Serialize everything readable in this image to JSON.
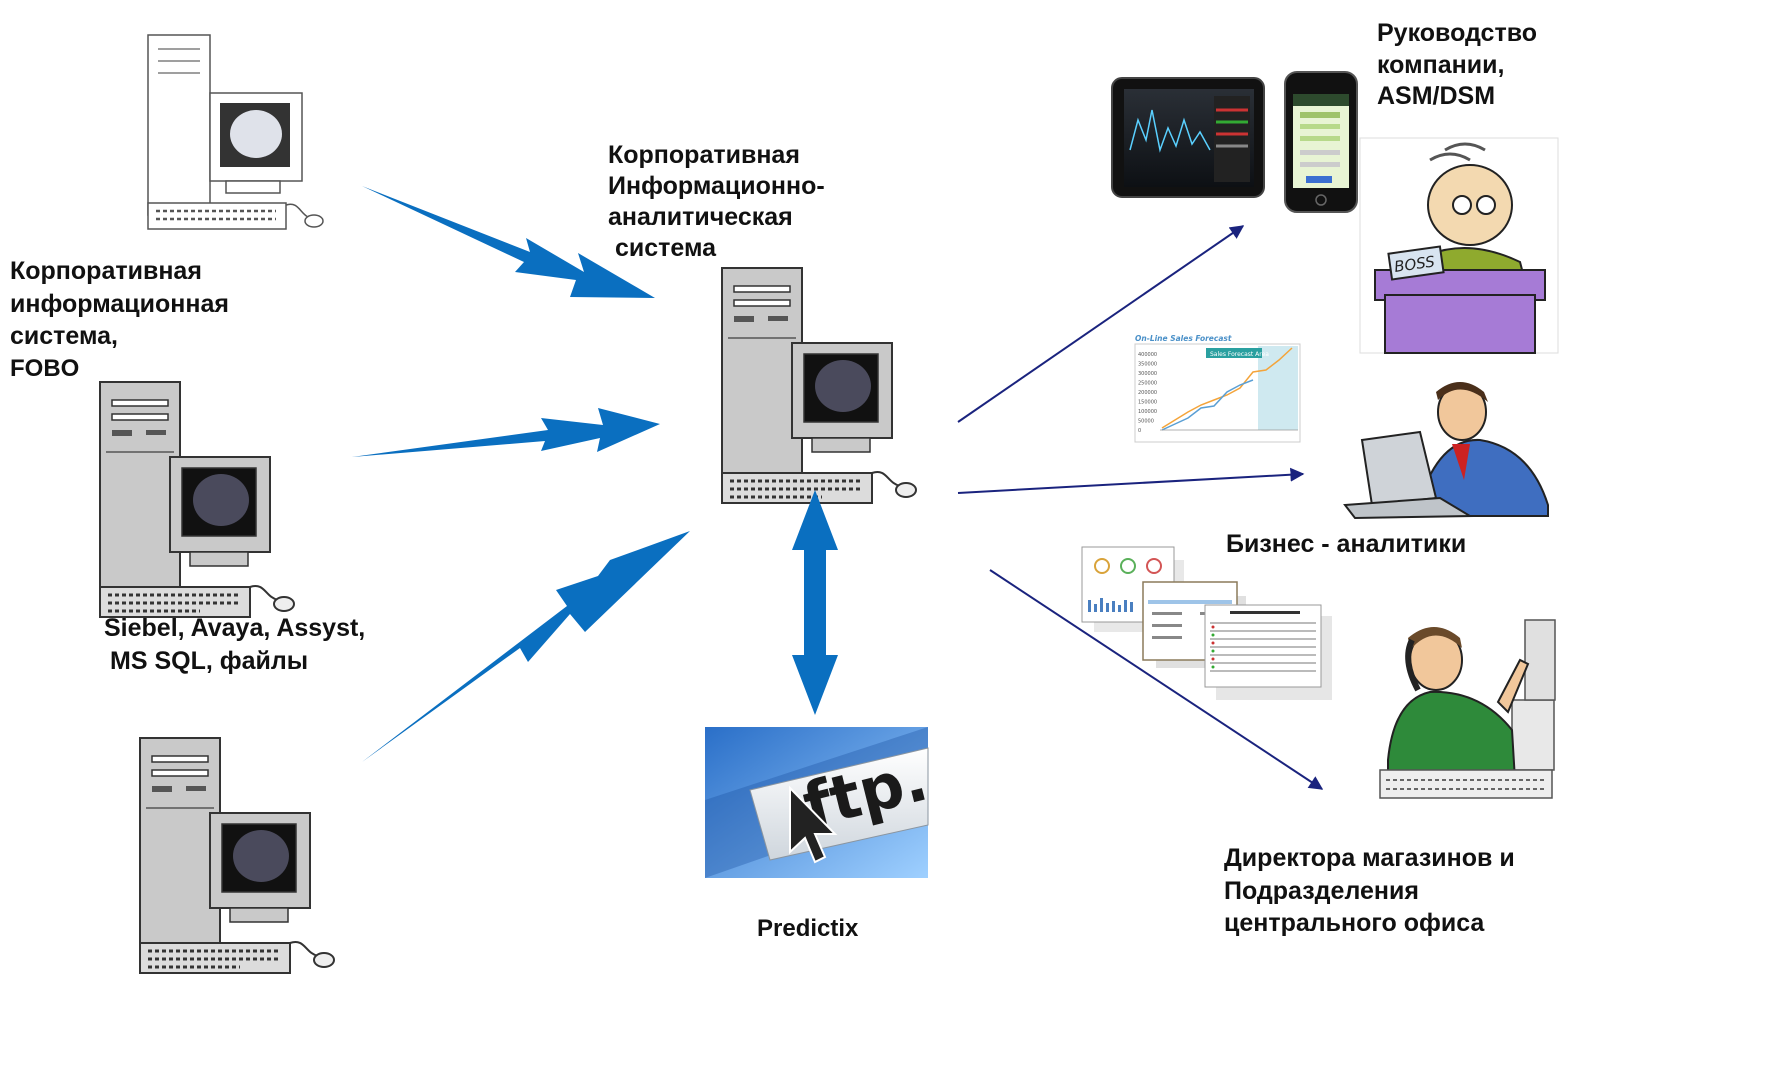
{
  "labels": {
    "source_system": [
      "Корпоративная",
      "информационная",
      "система,",
      "FOBO"
    ],
    "source_list": [
      "Siebel, Avaya, Assyst,",
      "MS SQL, файлы"
    ],
    "central_system": [
      "Корпоративная",
      "Информационно-",
      "аналитическая",
      " система"
    ],
    "ftp_label": "Predictix",
    "management": [
      "Руководство",
      "компании,",
      "ASM/DSM"
    ],
    "analysts": "Бизнес - аналитики",
    "directors": [
      "Директора магазинов и",
      "Подразделения",
      "центрального офиса"
    ]
  },
  "images": {
    "ftp_text": "ftp.",
    "boss_sign": "BOSS",
    "chart_title": "On-Line Sales Forecast",
    "chart_callout": "Sales Forecast Area",
    "chart_yticks": [
      "400000",
      "350000",
      "300000",
      "250000",
      "200000",
      "150000",
      "100000",
      "50000",
      "0"
    ]
  },
  "colors": {
    "thick_arrow": "#0a6fc0",
    "thin_arrow": "#1a237e",
    "pc_body": "#c9c9c9",
    "pc_screen": "#4a4a5c"
  }
}
